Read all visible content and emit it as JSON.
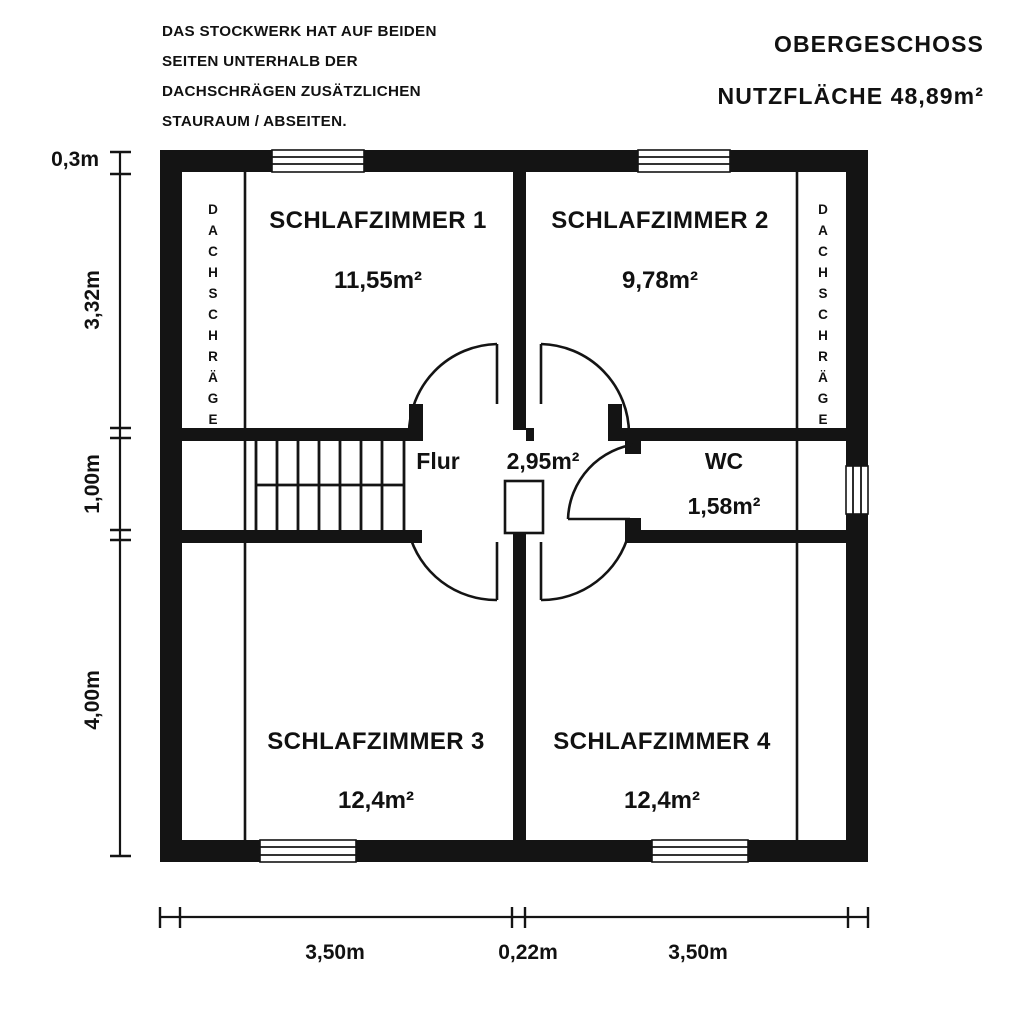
{
  "document": {
    "type": "floor-plan",
    "title_line1": "OBERGESCHOSS",
    "title_line2": "NUTZFLÄCHE 48,89m²",
    "total_area": "48,89m²",
    "note_lines": [
      "DAS STOCKWERK HAT AUF BEIDEN",
      "SEITEN UNTERHALB DER",
      "DACHSCHRÄGEN ZUSÄTZLICHEN",
      "STAURAUM / ABSEITEN."
    ]
  },
  "colors": {
    "wall": "#141414",
    "background": "#ffffff",
    "text": "#111111"
  },
  "rooms": [
    {
      "id": "schlafzimmer-1",
      "name": "SCHLAFZIMMER 1",
      "area": "11,55m²"
    },
    {
      "id": "schlafzimmer-2",
      "name": "SCHLAFZIMMER 2",
      "area": "9,78m²"
    },
    {
      "id": "flur",
      "name": "Flur",
      "area": "2,95m²"
    },
    {
      "id": "wc",
      "name": "WC",
      "area": "1,58m²"
    },
    {
      "id": "schlafzimmer-3",
      "name": "SCHLAFZIMMER 3",
      "area": "12,4m²"
    },
    {
      "id": "schlafzimmer-4",
      "name": "SCHLAFZIMMER 4",
      "area": "12,4m²"
    }
  ],
  "dachschraege": {
    "label": "DACHSCHRÄGE",
    "letters": [
      "D",
      "A",
      "C",
      "H",
      "S",
      "C",
      "H",
      "R",
      "Ä",
      "G",
      "E"
    ]
  },
  "dimensions": {
    "left": [
      {
        "id": "dim-0-3",
        "label": "0,3m"
      },
      {
        "id": "dim-3-32",
        "label": "3,32m"
      },
      {
        "id": "dim-1-00",
        "label": "1,00m"
      },
      {
        "id": "dim-4-00",
        "label": "4,00m"
      }
    ],
    "bottom": [
      {
        "id": "dim-3-50-left",
        "label": "3,50m"
      },
      {
        "id": "dim-0-22",
        "label": "0,22m"
      },
      {
        "id": "dim-3-50-right",
        "label": "3,50m"
      }
    ]
  }
}
